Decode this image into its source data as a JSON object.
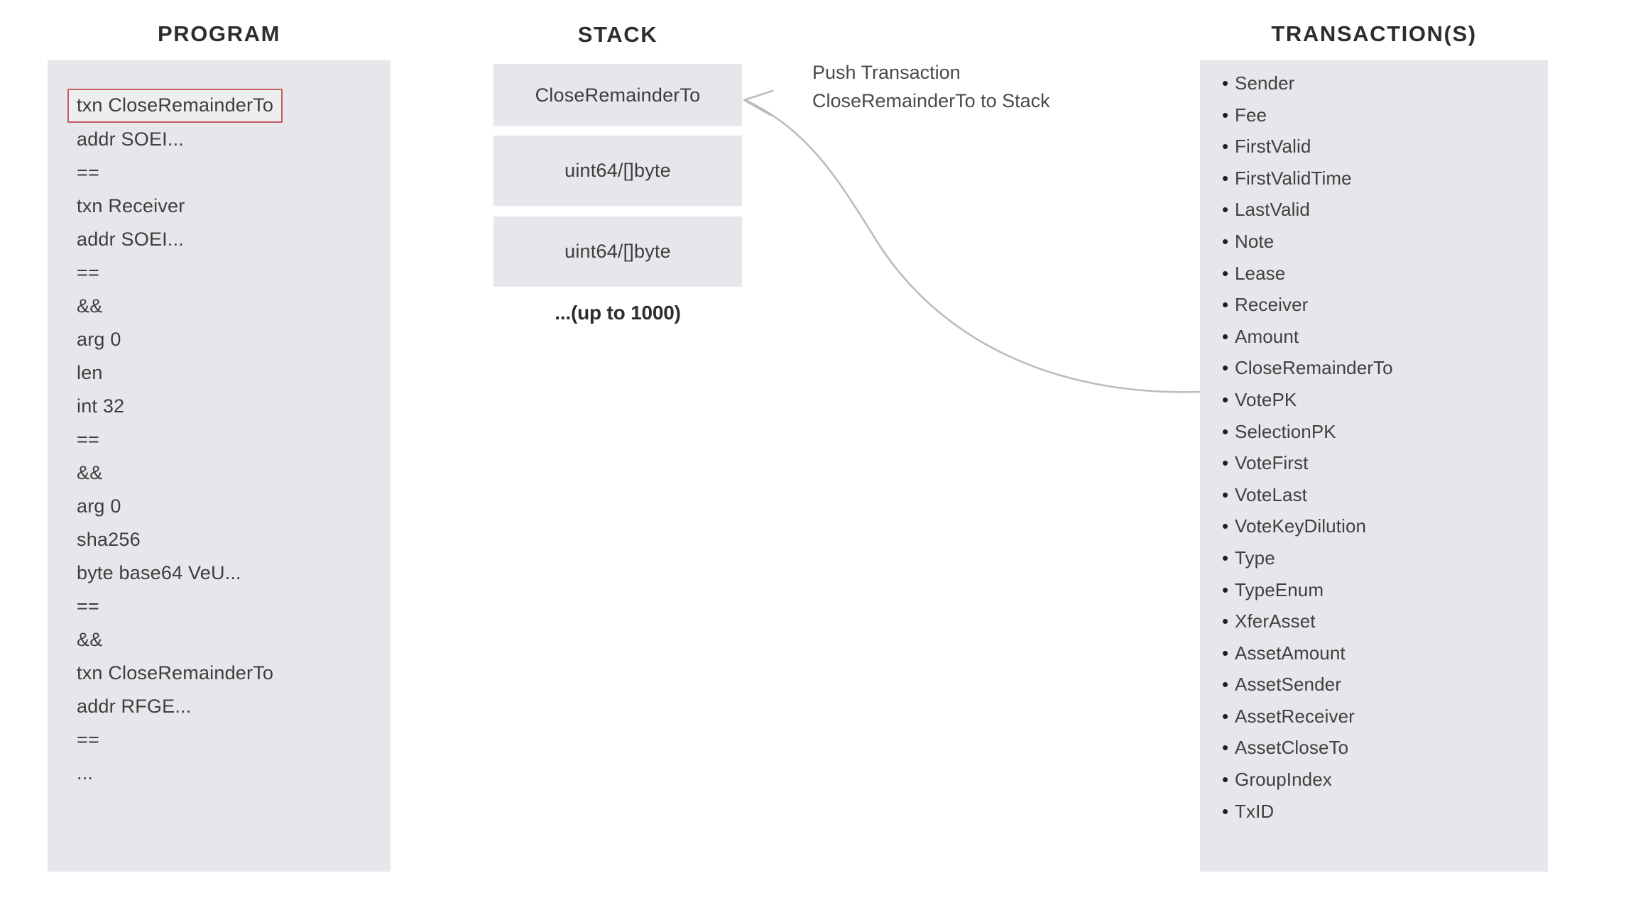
{
  "columns": {
    "program_heading": "PROGRAM",
    "stack_heading": "STACK",
    "transactions_heading": "TRANSACTION(S)"
  },
  "program": {
    "highlighted_line": "txn CloseRemainderTo",
    "lines": [
      "addr SOEI...",
      "==",
      "txn Receiver",
      "addr SOEI...",
      "==",
      "&&",
      "arg 0",
      "len",
      "int 32",
      "==",
      "&&",
      "arg 0",
      "sha256",
      "byte base64 VeU...",
      "==",
      "&&",
      "txn CloseRemainderTo",
      "addr RFGE...",
      "==",
      "..."
    ]
  },
  "stack": {
    "cells": [
      "CloseRemainderTo",
      "uint64/[]byte",
      "uint64/[]byte"
    ],
    "more_label": "...(up to 1000)"
  },
  "annotation": {
    "line1": "Push Transaction",
    "line2": "CloseRemainderTo to Stack"
  },
  "transactions": {
    "bullet": "•",
    "fields": [
      "Sender",
      "Fee",
      "FirstValid",
      "FirstValidTime",
      "LastValid",
      "Note",
      "Lease",
      "Receiver",
      "Amount",
      "CloseRemainderTo",
      "VotePK",
      "SelectionPK",
      "VoteFirst",
      "VoteLast",
      "VoteKeyDilution",
      "Type",
      "TypeEnum",
      "XferAsset",
      "AssetAmount",
      "AssetSender",
      "AssetReceiver",
      "AssetCloseTo",
      "GroupIndex",
      "TxID"
    ]
  },
  "colors": {
    "panel_background": "#e5e7ea",
    "highlight_border": "#c35c60",
    "heading_text": "#2d2d2d",
    "body_text": "#3d3d3d",
    "arrow": "#b9b9b9"
  }
}
